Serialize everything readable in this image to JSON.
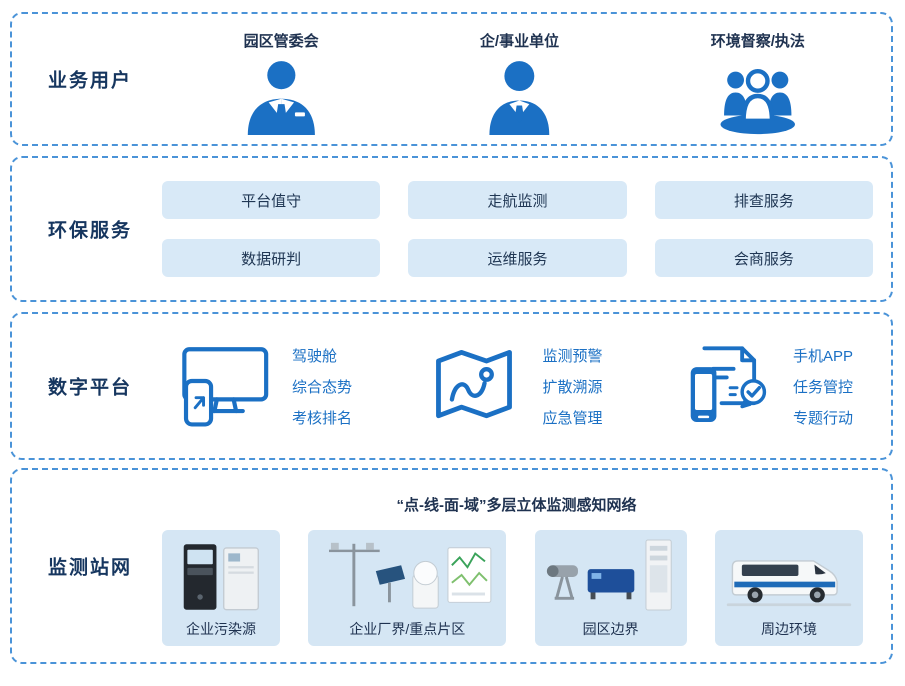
{
  "colors": {
    "accent": "#1b70c4",
    "pill_bg": "#d8e9f7",
    "card_bg": "#d5e6f4",
    "dashed_border": "#4a93d8",
    "heading": "#16365f"
  },
  "users_section": {
    "label": "业务用户",
    "items": [
      {
        "title": "园区管委会",
        "icon": "manager-icon"
      },
      {
        "title": "企/事业单位",
        "icon": "employee-icon"
      },
      {
        "title": "环境督察/执法",
        "icon": "inspection-team-icon"
      }
    ]
  },
  "services_section": {
    "label": "环保服务",
    "pills": [
      "平台值守",
      "走航监测",
      "排查服务",
      "数据研判",
      "运维服务",
      "会商服务"
    ]
  },
  "platform_section": {
    "label": "数字平台",
    "groups": [
      {
        "icon": "dashboard-devices-icon",
        "items": [
          "驾驶舱",
          "综合态势",
          "考核排名"
        ]
      },
      {
        "icon": "map-route-icon",
        "items": [
          "监测预警",
          "扩散溯源",
          "应急管理"
        ]
      },
      {
        "icon": "mobile-tasks-icon",
        "items": [
          "手机APP",
          "任务管控",
          "专题行动"
        ]
      }
    ]
  },
  "network_section": {
    "label": "监测站网",
    "headline": "“点-线-面-域”多层立体监测感知网络",
    "stations": [
      {
        "label": "企业污染源"
      },
      {
        "label": "企业厂界/重点片区"
      },
      {
        "label": "园区边界"
      },
      {
        "label": "周边环境"
      }
    ]
  }
}
